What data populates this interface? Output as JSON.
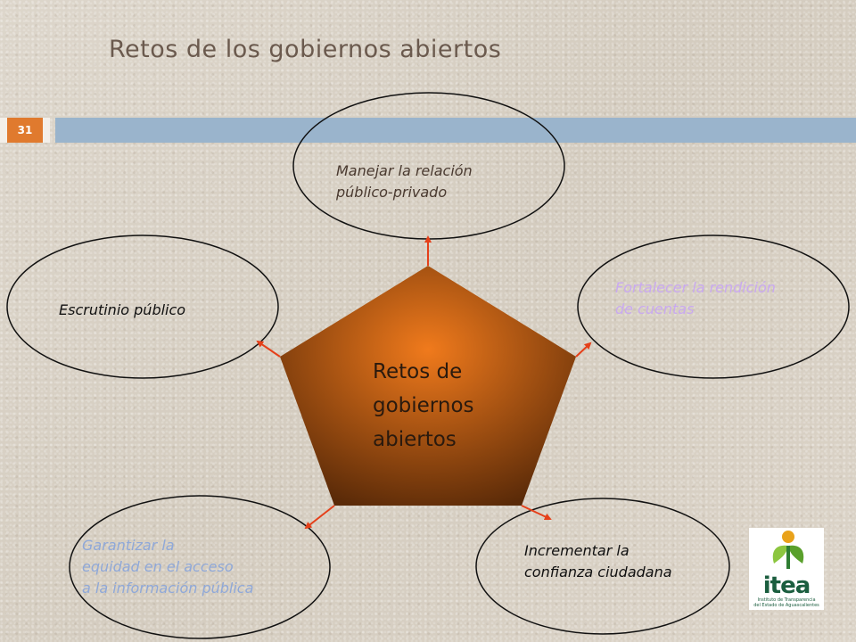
{
  "slide": {
    "title": "Retos de los gobiernos abiertos",
    "number": "31"
  },
  "diagram": {
    "center": {
      "text": "Retos de\ngobiernos\nabiertos"
    },
    "nodes": [
      {
        "id": "top",
        "text": "Manejar la relación\npúblico-privado",
        "color": "#4a3a30"
      },
      {
        "id": "right",
        "text": "Fortalecer la rendición\nde cuentas",
        "color": "#c9a9f0"
      },
      {
        "id": "bottom-right",
        "text": "Incrementar la\nconfianza ciudadana",
        "color": "#111111"
      },
      {
        "id": "bottom-left",
        "text": "Garantizar la\nequidad en el acceso\na la información pública",
        "color": "#8fa8d8"
      },
      {
        "id": "left",
        "text": "Escrutinio público",
        "color": "#111111"
      }
    ],
    "colors": {
      "arrow": "#e5401a",
      "pentagon_light": "#f07a1c",
      "pentagon_dark": "#5a2a08"
    }
  },
  "logo": {
    "icon": "itea-logo-icon",
    "word": "itea",
    "subtitle": "Instituto de Transparencia\ndel Estado de Aguascalientes"
  }
}
